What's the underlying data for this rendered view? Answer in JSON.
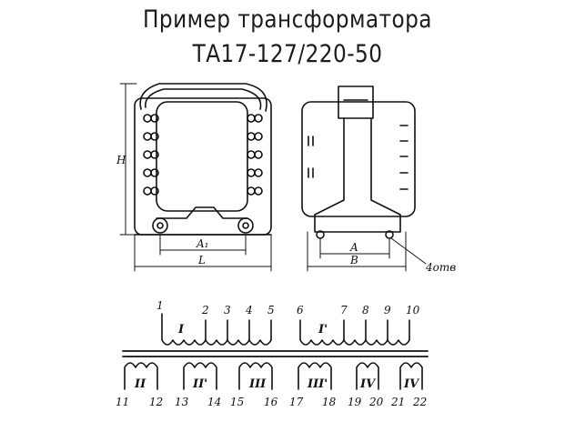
{
  "title": {
    "line1": "Пример трансформатора",
    "line2": "ТА17-127/220-50"
  },
  "front_view": {
    "label_H": "H",
    "label_A1": "A₁",
    "label_L": "L"
  },
  "side_view": {
    "label_A": "A",
    "label_B": "B",
    "label_holes": "4отв"
  },
  "windings": {
    "primary_left": "I",
    "primary_right": "I'",
    "secondary": [
      "II",
      "II'",
      "III",
      "III'",
      "IV",
      "IV"
    ],
    "terminals_top": [
      "1",
      "2",
      "3",
      "4",
      "5",
      "6",
      "7",
      "8",
      "9",
      "10"
    ],
    "terminals_bottom": [
      "11",
      "12",
      "13",
      "14",
      "15",
      "16",
      "17",
      "18",
      "19",
      "20",
      "21",
      "22"
    ]
  }
}
